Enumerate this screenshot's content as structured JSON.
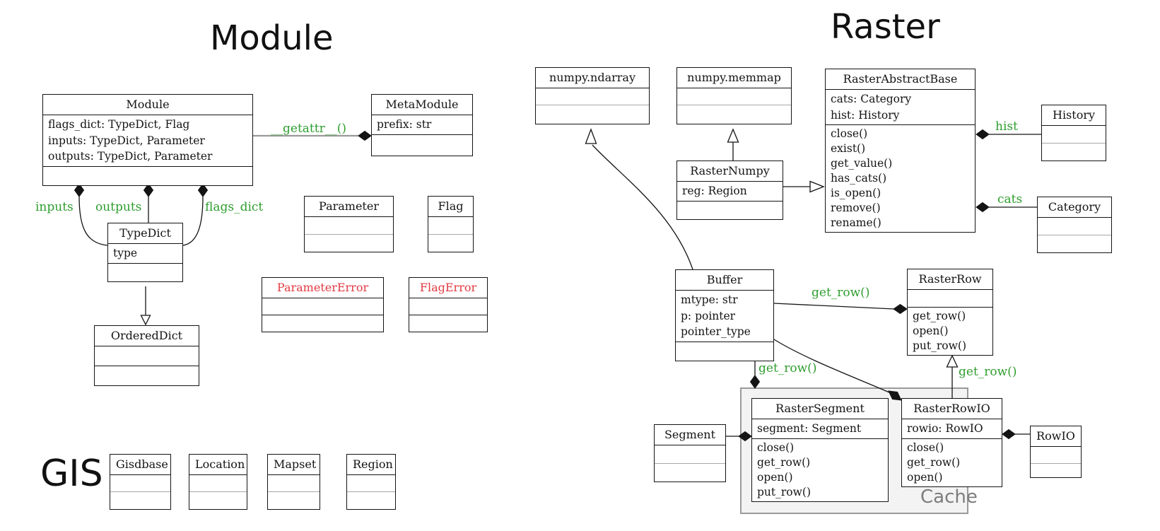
{
  "titles": {
    "module": "Module",
    "raster": "Raster",
    "gis": "GIS"
  },
  "colors": {
    "green": "#2f9e2f",
    "red": "#e23b42",
    "line": "#141414",
    "gray_label": "#7d7d7d"
  },
  "cache_label": "Cache",
  "classes": {
    "module": {
      "title": "Module",
      "attributes": [
        "flags_dict: TypeDict, Flag",
        "inputs: TypeDict, Parameter",
        "outputs: TypeDict, Parameter"
      ]
    },
    "metamodule": {
      "title": "MetaModule",
      "attributes": [
        "prefix: str"
      ]
    },
    "parameter": {
      "title": "Parameter"
    },
    "flag": {
      "title": "Flag"
    },
    "parametererror": {
      "title": "ParameterError"
    },
    "flagerror": {
      "title": "FlagError"
    },
    "typedict": {
      "title": "TypeDict",
      "attributes": [
        "type"
      ]
    },
    "ordereddict": {
      "title": "OrderedDict"
    },
    "gisdbase": {
      "title": "Gisdbase"
    },
    "location": {
      "title": "Location"
    },
    "mapset": {
      "title": "Mapset"
    },
    "region": {
      "title": "Region"
    },
    "numpy_ndarray": {
      "title": "numpy.ndarray"
    },
    "numpy_memmap": {
      "title": "numpy.memmap"
    },
    "rasterabstractbase": {
      "title": "RasterAbstractBase",
      "attributes": [
        "cats: Category",
        "hist: History"
      ],
      "methods": [
        "close()",
        "exist()",
        "get_value()",
        "has_cats()",
        "is_open()",
        "remove()",
        "rename()"
      ]
    },
    "rasternumpy": {
      "title": "RasterNumpy",
      "attributes": [
        "reg: Region"
      ]
    },
    "history": {
      "title": "History"
    },
    "category": {
      "title": "Category"
    },
    "buffer": {
      "title": "Buffer",
      "attributes": [
        "mtype: str",
        "p: pointer",
        "pointer_type"
      ]
    },
    "rasterrow": {
      "title": "RasterRow",
      "methods": [
        "get_row()",
        "open()",
        "put_row()"
      ]
    },
    "rastersegment": {
      "title": "RasterSegment",
      "attributes": [
        "segment: Segment"
      ],
      "methods": [
        "close()",
        "get_row()",
        "open()",
        "put_row()"
      ]
    },
    "rasterrowio": {
      "title": "RasterRowIO",
      "attributes": [
        "rowio: RowIO"
      ],
      "methods": [
        "close()",
        "get_row()",
        "open()"
      ]
    },
    "segment": {
      "title": "Segment"
    },
    "rowio": {
      "title": "RowIO"
    }
  },
  "edge_labels": {
    "getattr": "__getattr__()",
    "inputs": "inputs",
    "outputs": "outputs",
    "flags_dict": "flags_dict",
    "hist": "hist",
    "cats": "cats",
    "get_row_rasterrow": "get_row()",
    "get_row_rastersegment": "get_row()",
    "get_row_rasterrowio": "get_row()"
  }
}
